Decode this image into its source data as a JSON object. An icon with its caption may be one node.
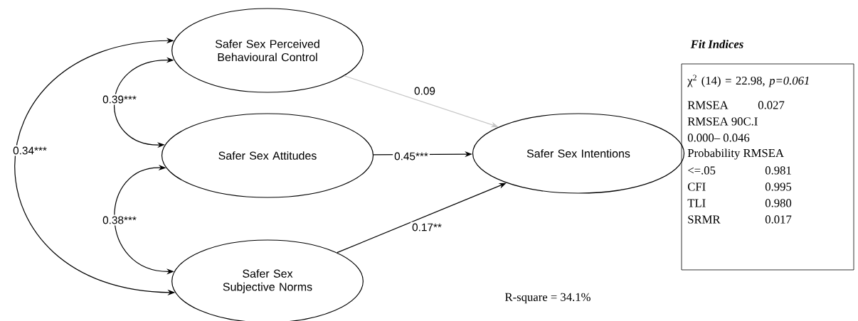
{
  "diagram": {
    "nodes": [
      {
        "text": [
          "Safer Sex Perceived Behavioural Control"
        ]
      },
      {
        "text": [
          "Safer Sex Attitudes"
        ]
      },
      {
        "text": [
          "Safer Sex Subjective Norms"
        ]
      },
      {
        "text": [
          "Safer Sex Intentions"
        ]
      },
      {
        "text": [
          "Fit Indices",
          "χ$^{2}$ (14) = 22.98, *p=0.061*",
          "RMSEA",
          "0.027",
          "RMSEA 90C.I",
          "0.000– 0.046",
          "Probability RMSEA",
          "<=.05",
          "0.981",
          "CFI",
          "0.995",
          "TLI",
          "0.980",
          "SRMR",
          "0.017"
        ]
      }
    ],
    "edges": [
      {
        "from": 0,
        "to": 1,
        "arrow": "both",
        "label": "0.39***"
      },
      {
        "from": 1,
        "to": 2,
        "arrow": "both",
        "label": "0.38***"
      },
      {
        "from": 0,
        "to": 2,
        "arrow": "both",
        "label": "0.34***"
      },
      {
        "from": 0,
        "to": 3,
        "arrow": "to",
        "label": "0.09",
        "color": "#c8c8c8"
      },
      {
        "from": 1,
        "to": 3,
        "arrow": "to",
        "label": "0.45***"
      },
      {
        "from": 2,
        "to": 3,
        "arrow": "to",
        "label": "0.17**"
      }
    ],
    "labels": [
      "R-square = 34.1%"
    ]
  }
}
